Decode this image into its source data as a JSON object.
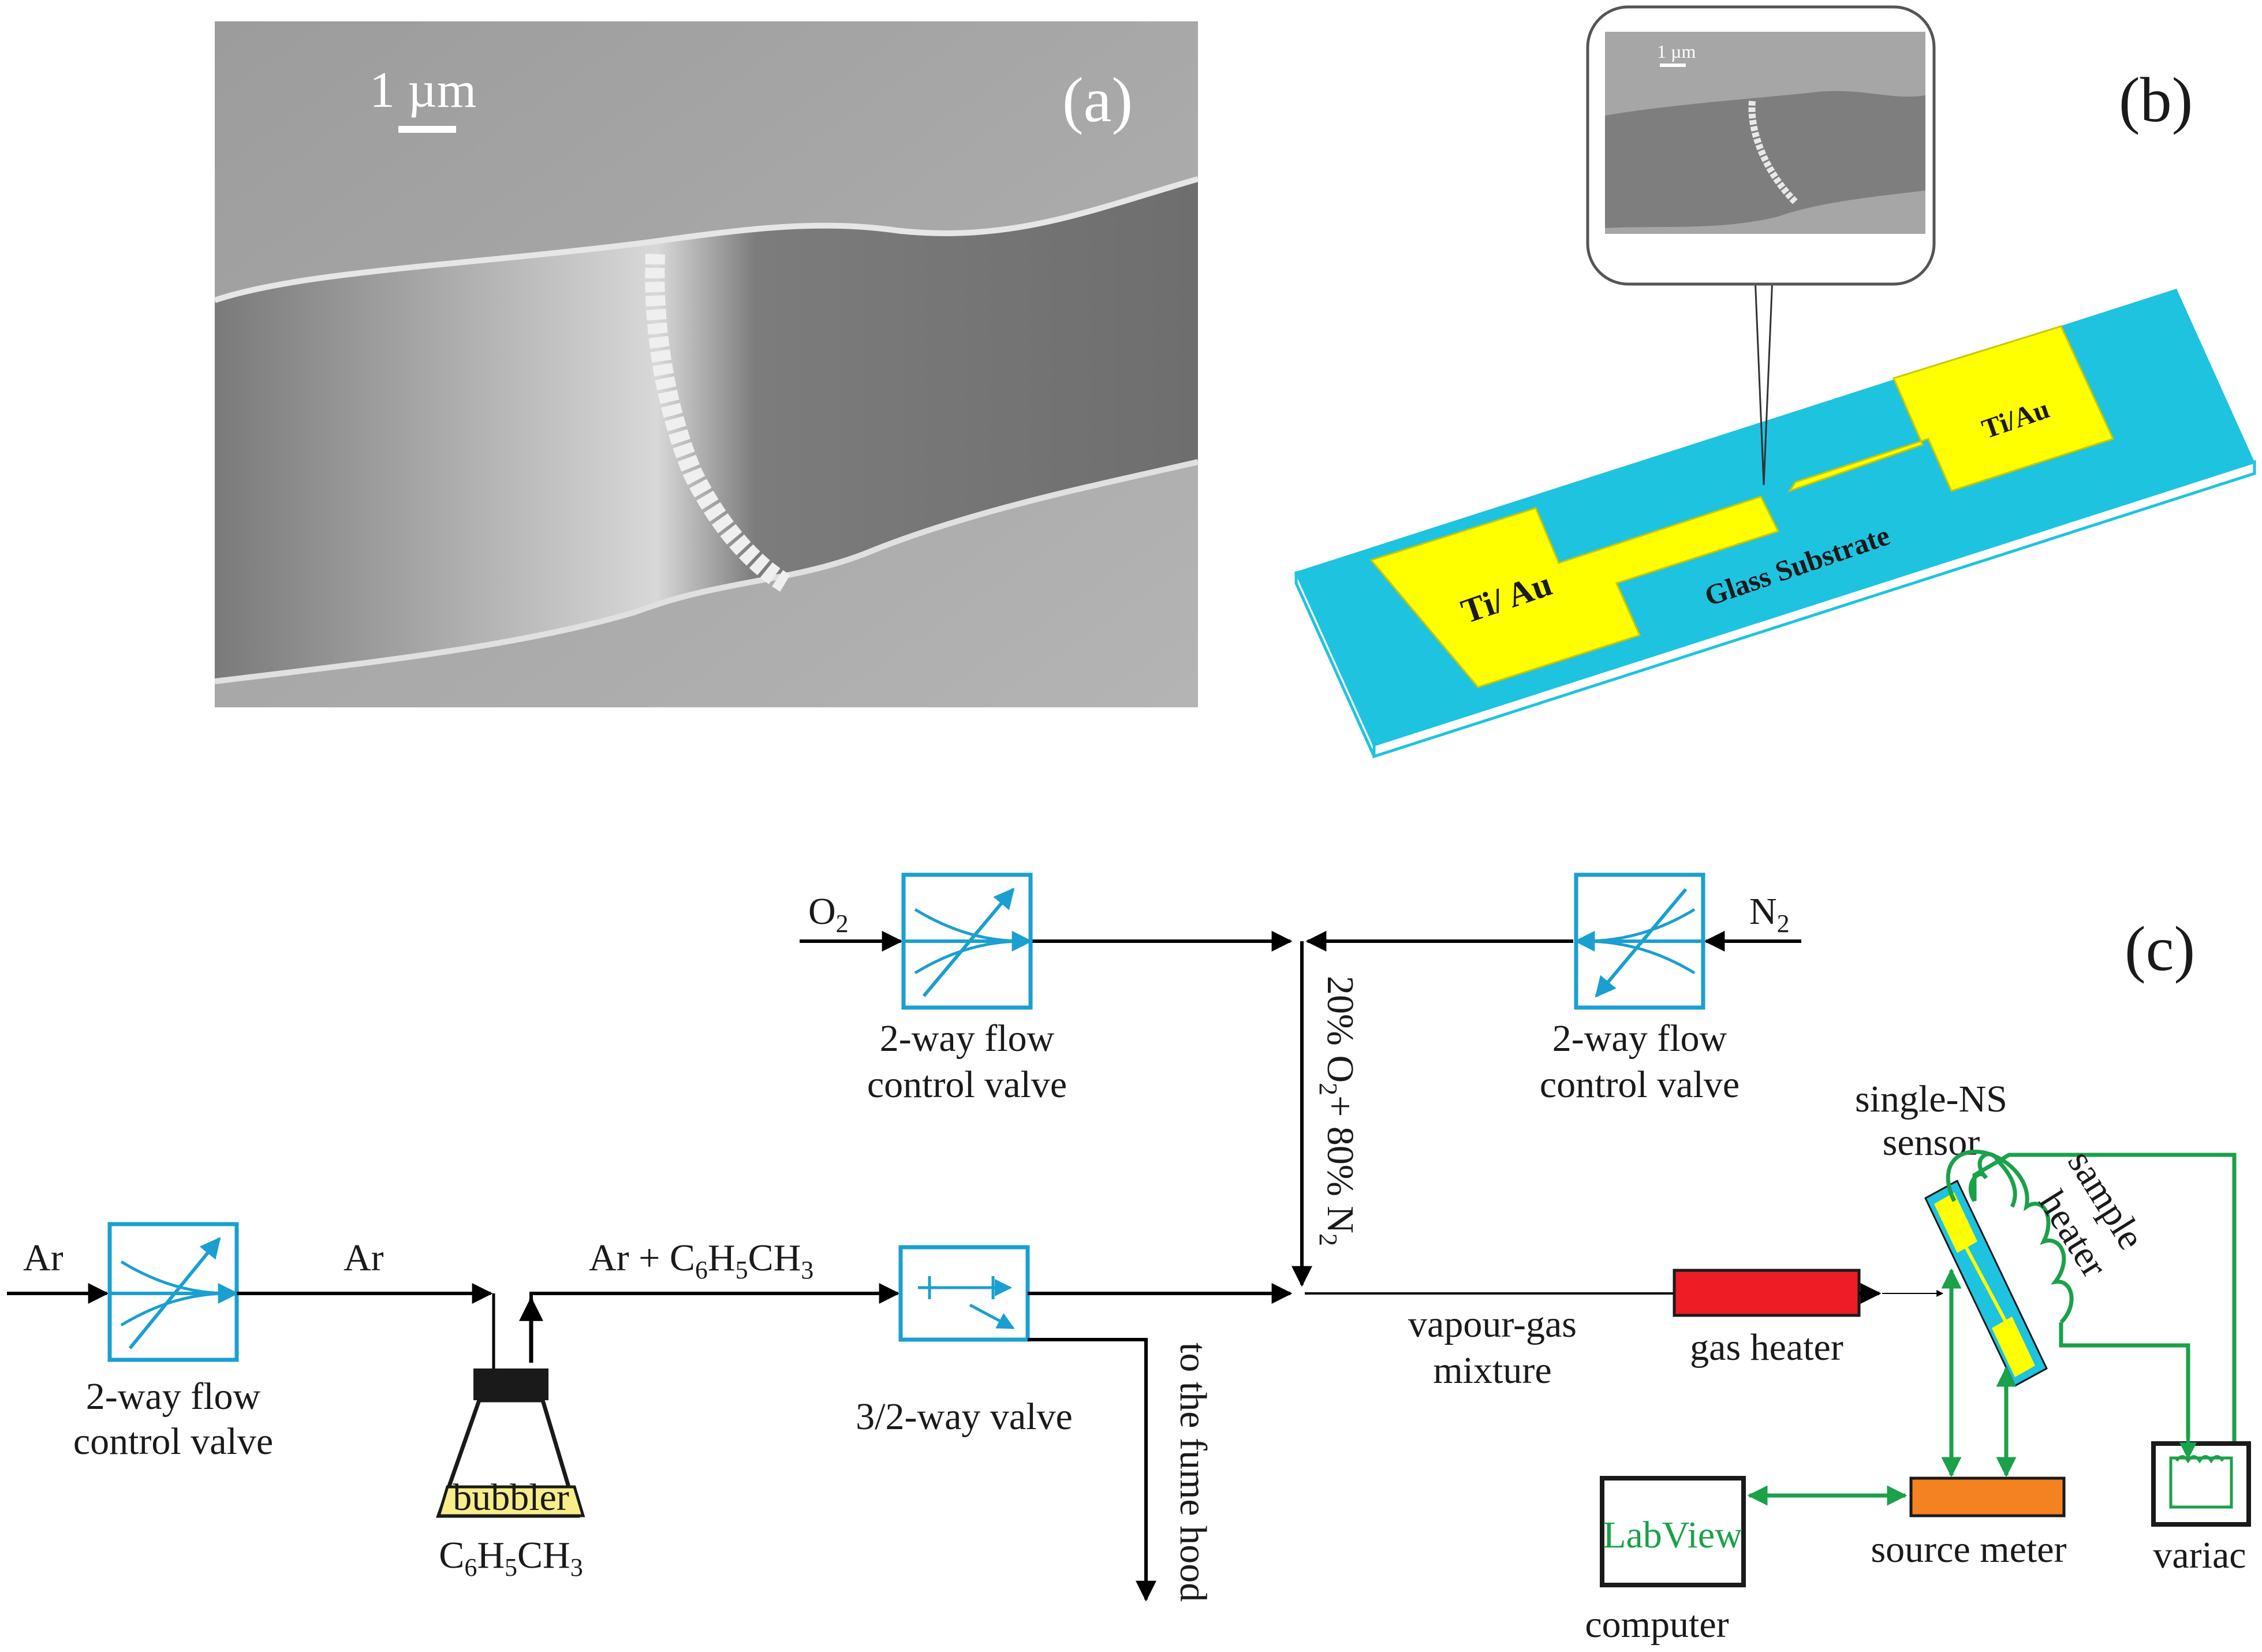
{
  "panels": {
    "a": "(a)",
    "b": "(b)",
    "c": "(c)"
  },
  "sem": {
    "scale_label": "1 µm",
    "inset_scale_label": "1 µm"
  },
  "device": {
    "pad_left": "Ti/ Au",
    "pad_right": "Ti/Au",
    "substrate": "Glass Substrate",
    "colors": {
      "substrate": "#1ec3e0",
      "pads": "#ffff00"
    }
  },
  "setup": {
    "o2": "O",
    "o2_sub": "2",
    "n2": "N",
    "n2_sub": "2",
    "ar_in": "Ar",
    "ar_mid": "Ar",
    "ar_mix": "Ar + C",
    "ar_mix_s1": "6",
    "ar_mix_m1": "H",
    "ar_mix_s2": "5",
    "ar_mix_m2": "CH",
    "ar_mix_s3": "3",
    "valve_o2_line1": "2-way flow",
    "valve_o2_line2": "control valve",
    "valve_n2_line1": "2-way flow",
    "valve_n2_line2": "control valve",
    "valve_ar_line1": "2-way flow",
    "valve_ar_line2": "control valve",
    "mix_a": "20% O",
    "mix_s1": "2",
    "mix_b": "+ 80% N",
    "mix_s2": "2",
    "bubbler": "bubbler",
    "toluene_a": "C",
    "toluene_s1": "6",
    "toluene_b": "H",
    "toluene_s2": "5",
    "toluene_c": "CH",
    "toluene_s3": "3",
    "valve32": "3/2-way valve",
    "fume_hood": "to the fume hood",
    "vg_line1": "vapour-gas",
    "vg_line2": "mixture",
    "gas_heater": "gas heater",
    "sensor_line1": "single-NS",
    "sensor_line2": "sensor",
    "heater_line1": "sample",
    "heater_line2": "heater",
    "labview": "LabView",
    "computer": "computer",
    "source_meter": "source meter",
    "variac": "variac",
    "colors": {
      "valve": "#1a9fd0",
      "wire": "#1aa14a",
      "gas_heater": "#ee1c24",
      "source_meter": "#f58220",
      "bubbler_liquid": "#f7ee8a",
      "labview": "#1aa14a"
    }
  }
}
